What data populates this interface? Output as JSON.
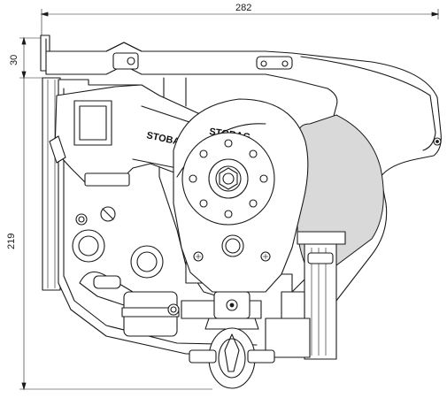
{
  "dimensions": {
    "width": "282",
    "top_offset": "30",
    "height": "219"
  },
  "labels": {
    "logo_plate": "STOBAG",
    "logo_drum": "STOBAG"
  }
}
